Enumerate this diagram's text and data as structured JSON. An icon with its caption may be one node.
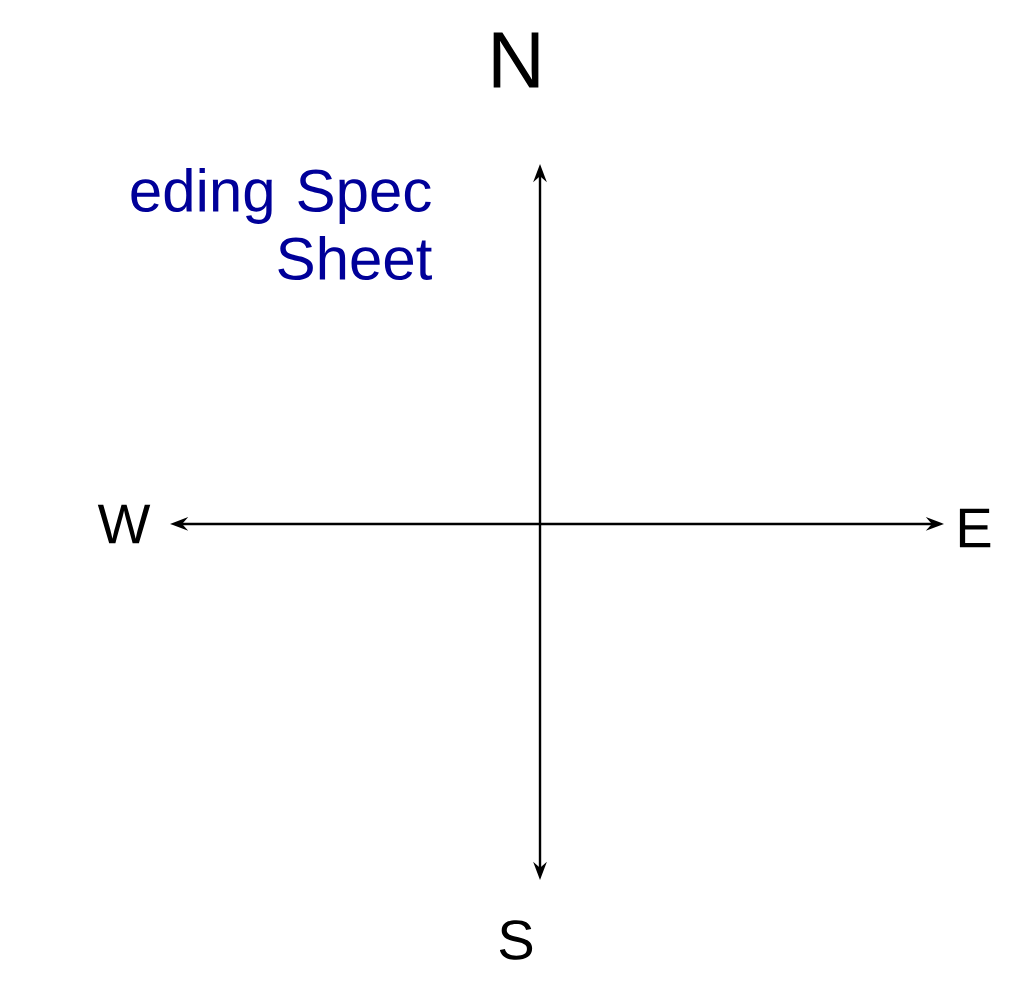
{
  "diagram": {
    "labels": [
      "N",
      "eding Spec Sheet",
      "W",
      "E",
      "S"
    ]
  }
}
